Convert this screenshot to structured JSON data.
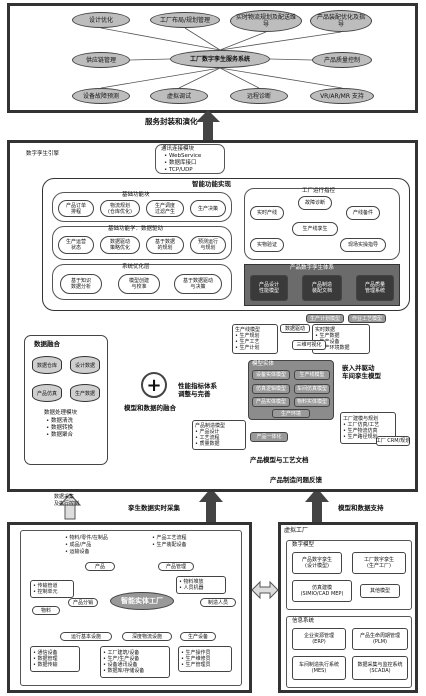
{
  "top_services": {
    "center": "工厂数字孪生服务系统",
    "items": [
      "设计优化",
      "工厂布局/规划管理",
      "实时物流规划及配送维导",
      "产品装配优化及指导",
      "供应链管理",
      "产品质量控制",
      "设备故障预测",
      "虚拟调试",
      "远程诊断",
      "VR/AR/MR 支持"
    ]
  },
  "arrow_label_top": "服务封装和演化",
  "middle": {
    "title": "数字孪生引擎",
    "comm_box": [
      "通讯连接模块",
      "• WebService",
      "• 数据库接口",
      "• TCP/UDP"
    ],
    "smart_title": "智能功能实现",
    "smart_left": {
      "row1_title": "基础功能块",
      "row1": [
        "产品订单\n排程",
        "物流规划\n(仓库优化)",
        "生产调度\n过滤产生",
        "生产决策"
      ],
      "row2_title": "基础功能学：数据驱动",
      "row2": [
        "生产运营\n状态",
        "数据驱动\n策略优化",
        "基于数据\n的规划",
        "预测运行\n与规划"
      ],
      "row3_title": "系统优化层",
      "row3": [
        "基于知识\n数据分析",
        "模型创建\n与校准",
        "基于数据驱动\n与决策"
      ]
    },
    "smart_right": {
      "title": "工厂运行指控",
      "nodes": [
        "实时产线",
        "故障诊断",
        "产线备件",
        "生产线孪生",
        "实物验证",
        "现场实操指导"
      ],
      "bottom_title": "产品数字孪生体系",
      "bottom": [
        "产品设计\n性能模型",
        "产品制造\n装配文档",
        "产品质量\n管理系统"
      ]
    },
    "data_fusion": {
      "title": "数据融合",
      "cyls": [
        "数据仓库",
        "设计数据",
        "产品仿真",
        "生产数据"
      ],
      "proc_title": "数据处理模块",
      "proc": [
        "• 数据清洗",
        "• 数据转换",
        "• 数据聚合"
      ]
    },
    "fusion_label": "模型和数据的融合",
    "perf_label": "性能指标体系\n调整与完善",
    "embedded_label": "嵌入并驱动\n车间孪生模型",
    "product_model_label": "产品模型与工艺文档",
    "feedback_label": "产品制造问题反馈",
    "model_box": {
      "title": "模型实体",
      "cells": [
        "设备实体模型",
        "生产线模型",
        "仿真逻辑模型",
        "车间仿真模型",
        "产品实体模型",
        "物料实体模型",
        "生产环境"
      ]
    },
    "cycle_nodes": [
      "生产线模型\n• 生产规划\n• 生产工艺\n• 生产计划",
      "实时数据\n• 生产数据\n• 生产设备\n• 生产环境数据",
      "产品制造模型\n• 产品设计\n• 工艺流程\n• 质量数据",
      "工厂建模与规划\n• 工厂仿真/工艺\n• 生产物流仿真\n• 生产路径规划",
      "产品一体化",
      "三维可视化",
      "工厂 CRM/规划"
    ],
    "tag_left": "数据驱动",
    "tag_top1": "生产计划模型",
    "tag_top2": "作业工艺模型"
  },
  "left_label": "数据采集\n及执行控制",
  "left_arrow_label": "孪生数据实时采集",
  "right_arrow_label": "模型和数据支持",
  "bottom_left": {
    "center": "智能实体工厂",
    "top_items": [
      "• 物料/零件/在制品\n• 成品/产品\n• 运输设备",
      "• 产品工艺流程\n• 生产装配设备"
    ],
    "labels": [
      "产品",
      "产品管理",
      "物料",
      "产品分销",
      "运行基本设施",
      "深度物流设施",
      "生产设备",
      "制造人员"
    ],
    "boxes": [
      "• 传输管道\n• 控制单元",
      "• 物料堆放\n• 人员机器",
      "• 通信设备\n• 数据管理\n• 数据传输",
      "• 工厂建筑/设备\n• 生产/生产设备\n• 设备通讯设备\n• 数据库/存储设备",
      "• 生产操作员\n• 生产维修员\n• 生产管理员"
    ]
  },
  "bottom_right": {
    "title": "虚拟工厂",
    "model_title": "数字模型",
    "models": [
      "产品数字孪生\n(设计模型)",
      "工厂数字孪生\n(生产工厂)",
      "仿真建模\n(SIMIO/CAD MEP)",
      "其他模型"
    ],
    "sys_title": "信息系统",
    "systems": [
      "企业资源管理\n(ERP)",
      "产品生命周期管理\n(PLM)",
      "车间制造执行系统\n(MES)",
      "数据采集与监控系统\n(SCADA)"
    ]
  }
}
